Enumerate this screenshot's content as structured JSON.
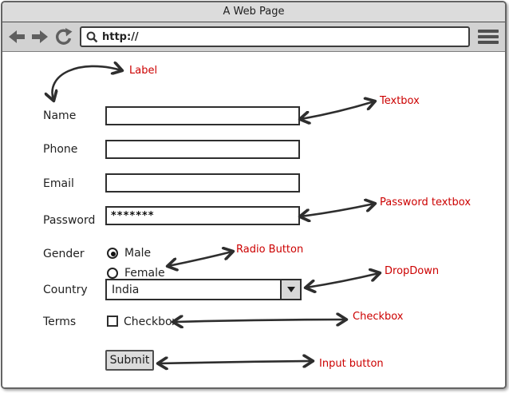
{
  "window": {
    "title": "A Web Page"
  },
  "toolbar": {
    "url_value": "http://",
    "icons": [
      "back-arrow",
      "forward-arrow",
      "refresh",
      "search",
      "menu"
    ]
  },
  "colors": {
    "annotation_red": "#cc0000",
    "frame_gray": "#646464",
    "arrow_dark": "#2e2e2e"
  },
  "form": {
    "name": {
      "label": "Name",
      "value": "",
      "placeholder": ""
    },
    "phone": {
      "label": "Phone",
      "value": "",
      "placeholder": ""
    },
    "email": {
      "label": "Email",
      "value": "",
      "placeholder": ""
    },
    "password": {
      "label": "Password",
      "value": "*******"
    },
    "gender": {
      "label": "Gender",
      "options": [
        {
          "label": "Male",
          "selected": true
        },
        {
          "label": "Female",
          "selected": false
        }
      ]
    },
    "country": {
      "label": "Country",
      "selected_option": "India"
    },
    "terms": {
      "label": "Terms",
      "checkbox_label": "Checkbox",
      "checked": false
    },
    "submit_label": "Submit"
  },
  "annotations": {
    "label": "Label",
    "textbox": "Textbox",
    "password_textbox": "Password textbox",
    "radio_button": "Radio Button",
    "dropdown": "DropDown",
    "checkbox": "Checkbox",
    "input_button": "Input button"
  }
}
